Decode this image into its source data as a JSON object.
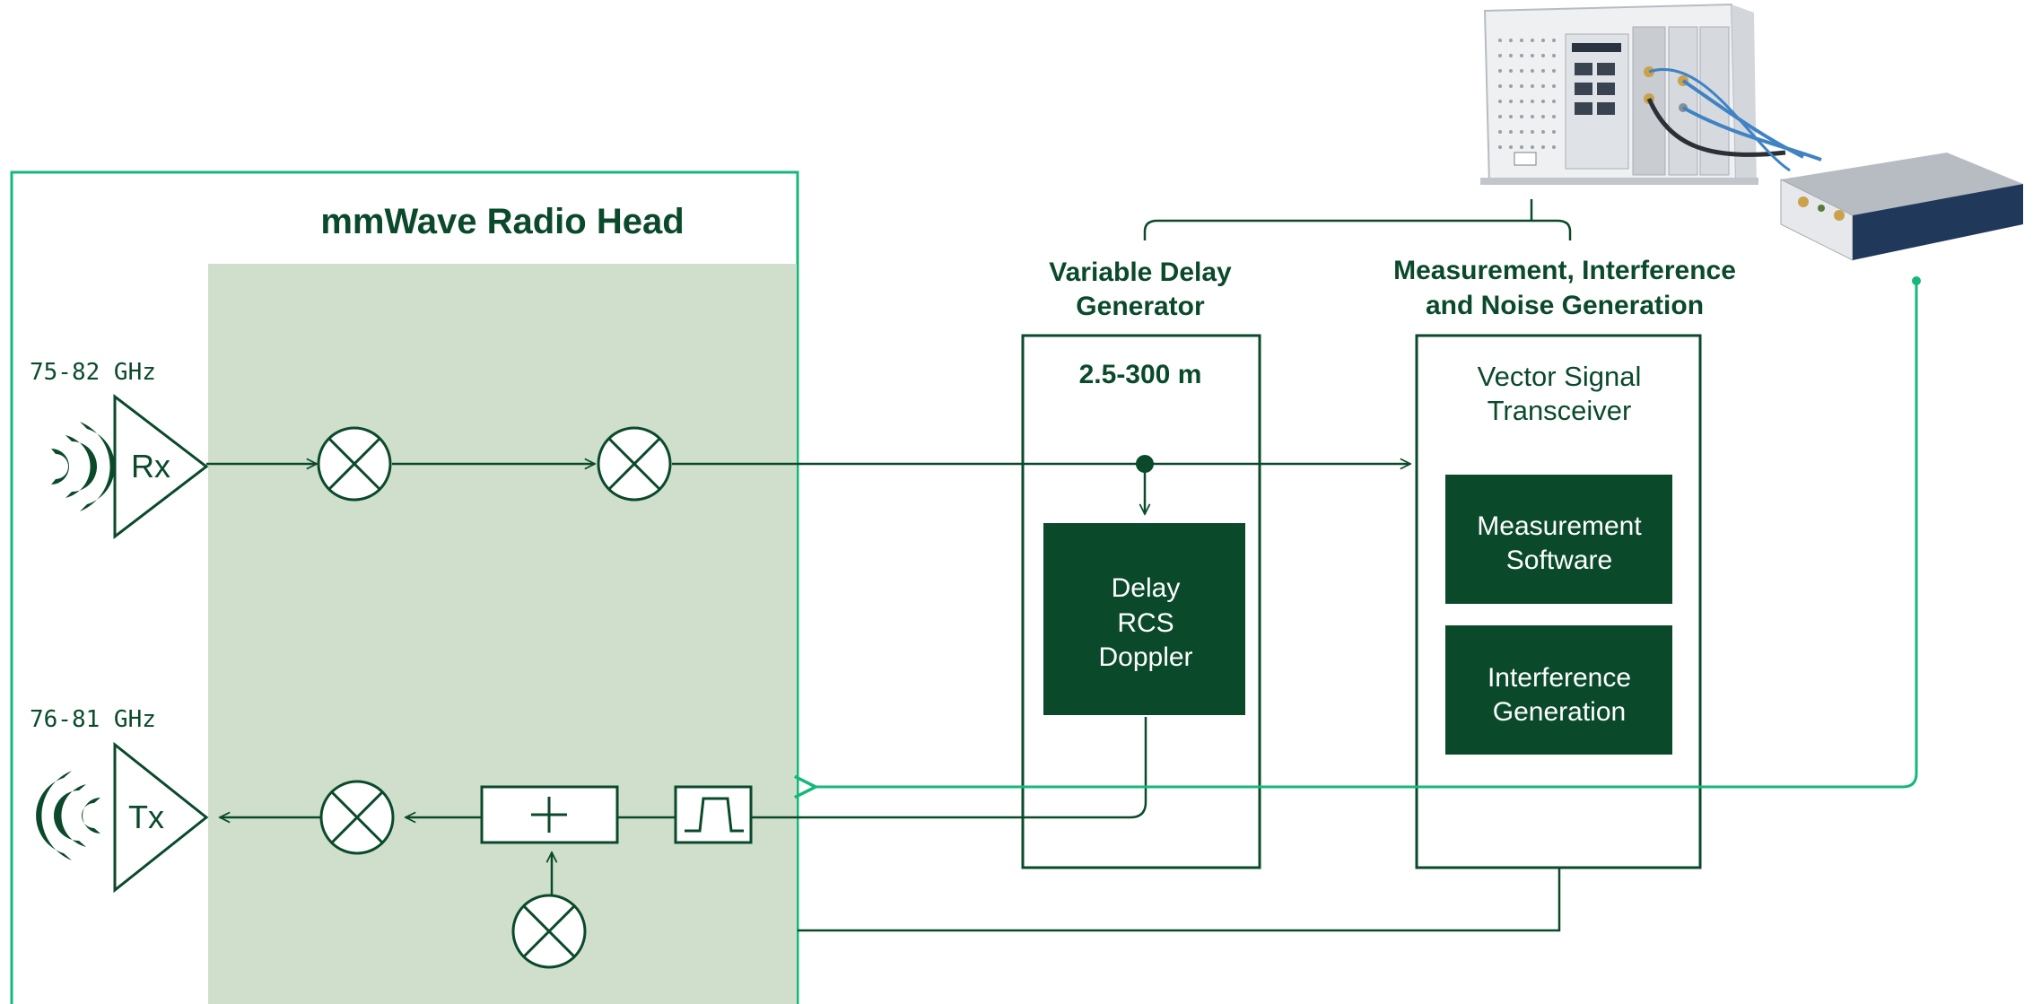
{
  "radio_head": {
    "title": "mmWave Radio Head",
    "rx_band": "75-82 GHz",
    "tx_band": "76-81 GHz",
    "rx_label": "Rx",
    "tx_label": "Tx"
  },
  "delay_generator": {
    "heading_line1": "Variable Delay",
    "heading_line2": "Generator",
    "range": "2.5-300 m",
    "block_line1": "Delay",
    "block_line2": "RCS",
    "block_line3": "Doppler"
  },
  "vst": {
    "heading_line1": "Measurement, Interference",
    "heading_line2": "and Noise Generation",
    "title_line1": "Vector Signal",
    "title_line2": "Transceiver",
    "measurement_line1": "Measurement",
    "measurement_line2": "Software",
    "interference_line1": "Interference",
    "interference_line2": "Generation"
  },
  "colors": {
    "dark_green": "#0a4a2b",
    "accent_green": "#14b87a",
    "panel_fill": "#cfdfcc"
  }
}
